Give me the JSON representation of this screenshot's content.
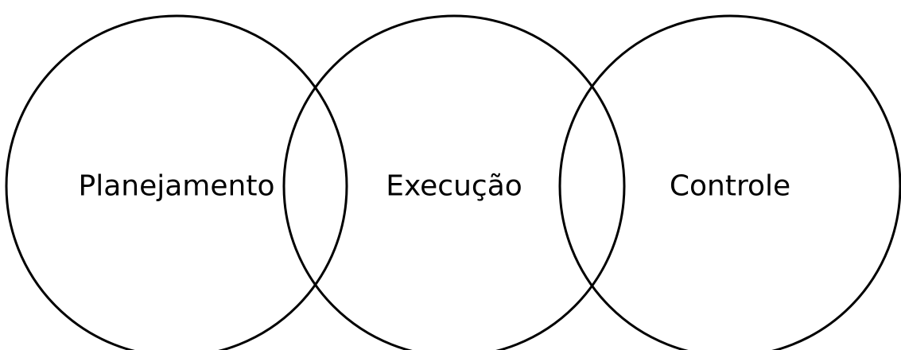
{
  "diagram": {
    "circles": [
      {
        "label": "Planejamento"
      },
      {
        "label": "Execução"
      },
      {
        "label": "Controle"
      }
    ],
    "colors": {
      "stroke": "#000000",
      "text": "#000000",
      "background": "#ffffff"
    }
  }
}
